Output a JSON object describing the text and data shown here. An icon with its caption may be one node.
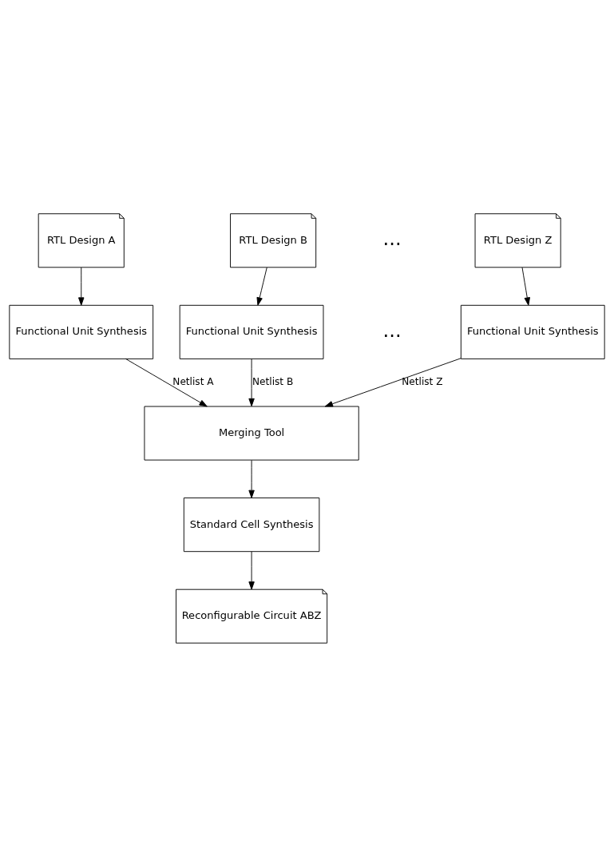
{
  "diagram": {
    "nodes": [
      {
        "text": [
          "RTL Design A"
        ]
      },
      {
        "text": [
          "RTL Design B"
        ]
      },
      {
        "text": [
          "RTL Design Z"
        ]
      },
      {
        "text": [
          "Functional Unit Synthesis"
        ]
      },
      {
        "text": [
          "Functional Unit Synthesis"
        ]
      },
      {
        "text": [
          "Functional Unit Synthesis"
        ]
      },
      {
        "text": [
          "Merging Tool"
        ]
      },
      {
        "text": [
          "Standard Cell Synthesis"
        ]
      },
      {
        "text": [
          "Reconfigurable Circuit ABZ"
        ]
      }
    ],
    "edges": [
      {
        "from": 0,
        "to": 3,
        "arrow": "to"
      },
      {
        "from": 1,
        "to": 4,
        "arrow": "to"
      },
      {
        "from": 2,
        "to": 5,
        "arrow": "to"
      },
      {
        "from": 3,
        "to": 6,
        "arrow": "to",
        "label": "Netlist A"
      },
      {
        "from": 4,
        "to": 6,
        "arrow": "to",
        "label": "Netlist B"
      },
      {
        "from": 5,
        "to": 6,
        "arrow": "to",
        "label": "Netlist Z"
      },
      {
        "from": 6,
        "to": 7,
        "arrow": "to"
      },
      {
        "from": 7,
        "to": 8,
        "arrow": "to"
      }
    ],
    "labels": [
      "...",
      "..."
    ]
  }
}
